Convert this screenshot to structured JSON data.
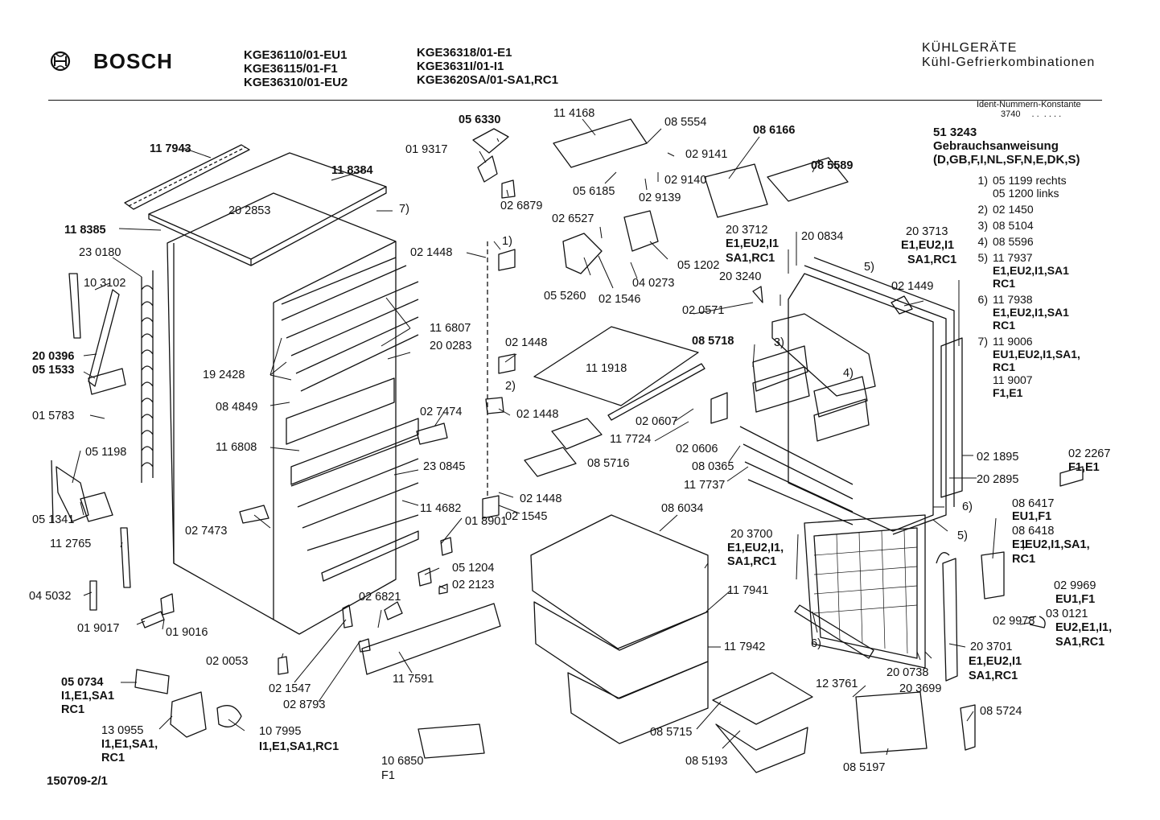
{
  "header": {
    "brand": "BOSCH",
    "models_col1": [
      "KGE36110/01-EU1",
      "KGE36115/01-F1",
      "KGE36310/01-EU2"
    ],
    "models_col2": [
      "KGE36318/01-E1",
      "KGE3631I/01-I1",
      "KGE3620SA/01-SA1,RC1"
    ],
    "category": "KÜHLGERÄTE",
    "subcategory": "Kühl-Gefrierkombinationen",
    "ident_label": "Ident-Nummern-Konstante",
    "ident_value": "3740"
  },
  "manual": {
    "number": "51 3243",
    "title": "Gebrauchsanweisung",
    "languages": "(D,GB,F,I,NL,SF,N,E,DK,S)"
  },
  "notes": [
    {
      "key": "1)",
      "lines": [
        "05 1199 rechts",
        "05 1200 links"
      ]
    },
    {
      "key": "2)",
      "lines": [
        "02 1450"
      ]
    },
    {
      "key": "3)",
      "lines": [
        "08 5104"
      ]
    },
    {
      "key": "4)",
      "lines": [
        "08 5596"
      ]
    },
    {
      "key": "5)",
      "lines": [
        "11 7937",
        "E1,EU2,I1,SA1",
        "RC1"
      ]
    },
    {
      "key": "6)",
      "lines": [
        "11 7938",
        "E1,EU2,I1,SA1",
        "RC1"
      ]
    },
    {
      "key": "7)",
      "lines": [
        "11 9006",
        "EU1,EU2,I1,SA1,",
        "RC1",
        "11 9007",
        "F1,E1"
      ]
    }
  ],
  "footer": {
    "drawing_no": "150709-2/1"
  },
  "parts": [
    "11 7943",
    "11 8384",
    "20 2853",
    "7)",
    "11 8385",
    "23 0180",
    "10 3102",
    "20 0396",
    "05 1533",
    "01 5783",
    "05 1198",
    "05 1341",
    "11 2765",
    "04 5032",
    "01 9017",
    "01 9016",
    "05 0734",
    "I1,E1,SA1",
    "RC1",
    "13 0955",
    "I1,E1,SA1,",
    "RC1",
    "10 7995",
    "I1,E1,SA1,RC1",
    "10 6850",
    "F1",
    "02 0053",
    "02 1547",
    "02 8793",
    "11 7591",
    "02 6821",
    "02 7473",
    "11 6808",
    "08 4849",
    "19 2428",
    "11 6807",
    "20 0283",
    "23 0845",
    "11 4682",
    "01 8901",
    "05 1204",
    "02 2123",
    "02 1545",
    "02 1448",
    "02 1448",
    "02 1448",
    "02 1448",
    "02 7474",
    "1)",
    "2)",
    "05 6330",
    "01 9317",
    "02 6879",
    "11 4168",
    "08 5554",
    "02 9141",
    "02 9140",
    "02 9139",
    "05 6185",
    "02 6527",
    "05 5260",
    "02 1546",
    "04 0273",
    "05 1202",
    "08 6166",
    "08 5589",
    "11 1918",
    "11 7724",
    "02 0607",
    "02 0606",
    "08 5716",
    "08 5718",
    "08 0365",
    "11 7737",
    "08 6034",
    "11 7941",
    "11 7942",
    "08 5715",
    "08 5193",
    "12 3761",
    "08 5197",
    "08 5724",
    "20 3712",
    "E1,EU2,I1",
    "SA1,RC1",
    "20 0834",
    "20 3240",
    "02 0571",
    "5)",
    "3)",
    "4)",
    "20 3713",
    "E1,EU2,I1",
    "SA1,RC1",
    "02 1449",
    "02 1895",
    "20 2895",
    "02 2267",
    "F1,E1",
    "6)",
    "5)",
    "08 6417",
    "EU1,F1",
    "08 6418",
    "E1",
    ",EU2,I1,SA1,",
    "RC1",
    "20 3700",
    "E1,EU2,I1,",
    "SA1,RC1",
    "6)",
    "20 0738",
    "20 3699",
    "20 3701",
    "E1,EU2,I1",
    "SA1,RC1",
    "02 9969",
    "EU1,F1",
    "03 0121",
    "EU2,E1,I1,",
    "SA1,RC1",
    "02 9978"
  ]
}
